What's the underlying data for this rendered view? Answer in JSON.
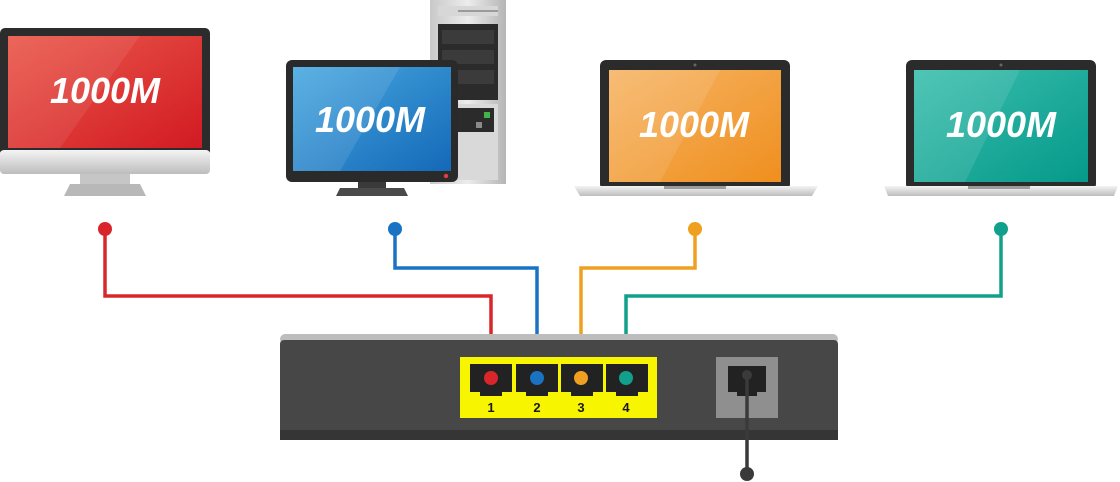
{
  "devices": [
    {
      "id": "imac",
      "speed_label": "1000M",
      "color": "#d9262b",
      "port": "1"
    },
    {
      "id": "desktop",
      "speed_label": "1000M",
      "color": "#1a73c2",
      "port": "2"
    },
    {
      "id": "laptop-orange",
      "speed_label": "1000M",
      "color": "#f0a020",
      "port": "3"
    },
    {
      "id": "laptop-teal",
      "speed_label": "1000M",
      "color": "#11a08c",
      "port": "4"
    }
  ],
  "switch": {
    "body_color": "#474747",
    "port_panel_color": "#f7f600",
    "port_labels": [
      "1",
      "2",
      "3",
      "4"
    ]
  },
  "uplink": {
    "color": "#3a3a3a"
  }
}
